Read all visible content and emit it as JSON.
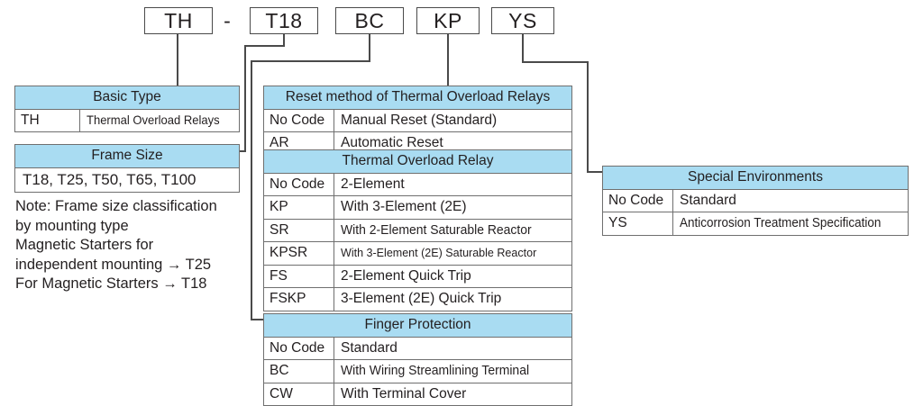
{
  "code_string": {
    "segments": [
      {
        "label": "TH"
      },
      {
        "label": "T18"
      },
      {
        "label": "BC"
      },
      {
        "label": "KP"
      },
      {
        "label": "YS"
      }
    ],
    "separator": "-"
  },
  "tables": {
    "basic_type": {
      "header": "Basic Type",
      "rows": [
        {
          "code": "TH",
          "desc": "Thermal Overload Relays"
        }
      ]
    },
    "frame_size": {
      "header": "Frame Size",
      "rows": [
        {
          "desc": "T18, T25, T50, T65, T100"
        }
      ]
    },
    "reset_method": {
      "header": "Reset method of Thermal Overload Relays",
      "rows": [
        {
          "code": "No Code",
          "desc": "Manual Reset (Standard)"
        },
        {
          "code": "AR",
          "desc": "Automatic Reset"
        }
      ]
    },
    "thermal_overload_relay": {
      "header": "Thermal Overload Relay",
      "rows": [
        {
          "code": "No Code",
          "desc": "2-Element"
        },
        {
          "code": "KP",
          "desc": "With 3-Element (2E)"
        },
        {
          "code": "SR",
          "desc": "With 2-Element Saturable Reactor"
        },
        {
          "code": "KPSR",
          "desc": "With 3-Element (2E) Saturable Reactor"
        },
        {
          "code": "FS",
          "desc": "2-Element Quick Trip"
        },
        {
          "code": "FSKP",
          "desc": "3-Element (2E) Quick Trip"
        }
      ]
    },
    "finger_protection": {
      "header": "Finger Protection",
      "rows": [
        {
          "code": "No Code",
          "desc": "Standard"
        },
        {
          "code": "BC",
          "desc": "With Wiring Streamlining Terminal"
        },
        {
          "code": "CW",
          "desc": "With Terminal Cover"
        }
      ]
    },
    "special_environments": {
      "header": "Special Environments",
      "rows": [
        {
          "code": "No Code",
          "desc": "Standard"
        },
        {
          "code": "YS",
          "desc": "Anticorrosion Treatment Specification"
        }
      ]
    }
  },
  "note": {
    "text": "Note: Frame size classification\nby mounting type\nMagnetic Starters for\nindependent mounting → T25\nFor Magnetic Starters → T18"
  },
  "colors": {
    "header_fill": "#a9dcf2",
    "border": "#6f6f6f",
    "text": "#231f20"
  }
}
